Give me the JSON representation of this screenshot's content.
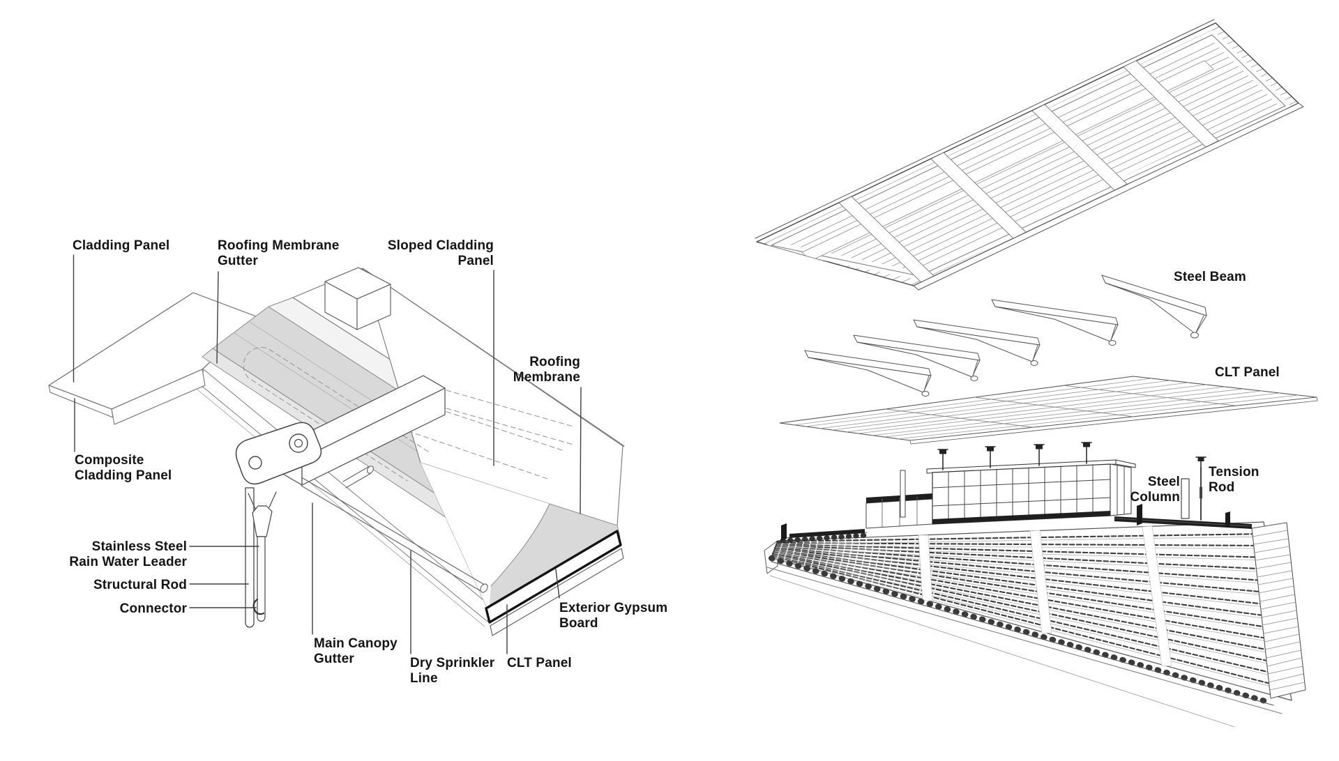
{
  "page": {
    "background": "#ffffff"
  },
  "palette": {
    "ink": "#141414",
    "line": "#4a4a4a",
    "light_line": "#8a8a8a",
    "membrane_gray": "#d9d9d9",
    "panel_white": "#ffffff",
    "dark_band": "#1f1f1f"
  },
  "left_diagram": {
    "id": "canopy-assembly-detail",
    "labels": [
      {
        "id": "cladding-panel",
        "text": "Cladding Panel"
      },
      {
        "id": "roofing-membrane-gutter",
        "text": "Roofing Membrane\nGutter"
      },
      {
        "id": "sloped-cladding-panel",
        "text": "Sloped Cladding\nPanel"
      },
      {
        "id": "roofing-membrane",
        "text": "Roofing\nMembrane"
      },
      {
        "id": "composite-cladding-panel",
        "text": "Composite\nCladding Panel"
      },
      {
        "id": "stainless-steel-rain-water-leader",
        "text": "Stainless Steel\nRain Water Leader"
      },
      {
        "id": "structural-rod",
        "text": "Structural Rod"
      },
      {
        "id": "connector",
        "text": "Connector"
      },
      {
        "id": "main-canopy-gutter",
        "text": "Main Canopy\nGutter"
      },
      {
        "id": "dry-sprinkler-line",
        "text": "Dry Sprinkler\nLine"
      },
      {
        "id": "clt-panel",
        "text": "CLT Panel"
      },
      {
        "id": "exterior-gypsum-board",
        "text": "Exterior Gypsum\nBoard"
      }
    ]
  },
  "right_diagram": {
    "id": "exploded-grandstand-axonometric",
    "labels": [
      {
        "id": "steel-beam",
        "text": "Steel Beam"
      },
      {
        "id": "clt-panel",
        "text": "CLT Panel"
      },
      {
        "id": "steel-column",
        "text": "Steel\nColumn"
      },
      {
        "id": "tension-rod",
        "text": "Tension\nRod"
      }
    ]
  }
}
